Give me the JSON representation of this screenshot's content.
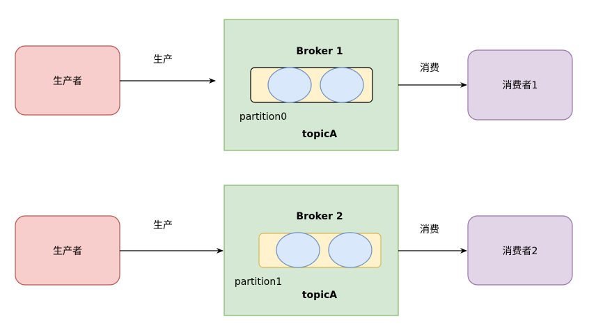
{
  "colors": {
    "producer_fill": "#f8cecc",
    "producer_stroke": "#b85450",
    "broker_fill": "#d5e8d4",
    "broker_stroke": "#82b366",
    "consumer_fill": "#e1d5e7",
    "consumer_stroke": "#9673a6",
    "topic_fill": "#fff2cc",
    "topic_stroke_1": "#000000",
    "topic_stroke_2": "#d6b656",
    "partition_fill": "#dae8fc",
    "partition_stroke": "#6c8ebf"
  },
  "row1": {
    "producer_label": "生产者",
    "produce_label": "生产",
    "broker_label": "Broker 1",
    "partition_label": "partition0",
    "topic_label": "topicA",
    "consume_label": "消费",
    "consumer_label": "消费者1"
  },
  "row2": {
    "producer_label": "生产者",
    "produce_label": "生产",
    "broker_label": "Broker 2",
    "partition_label": "partition1",
    "topic_label": "topicA",
    "consume_label": "消费",
    "consumer_label": "消费者2"
  }
}
